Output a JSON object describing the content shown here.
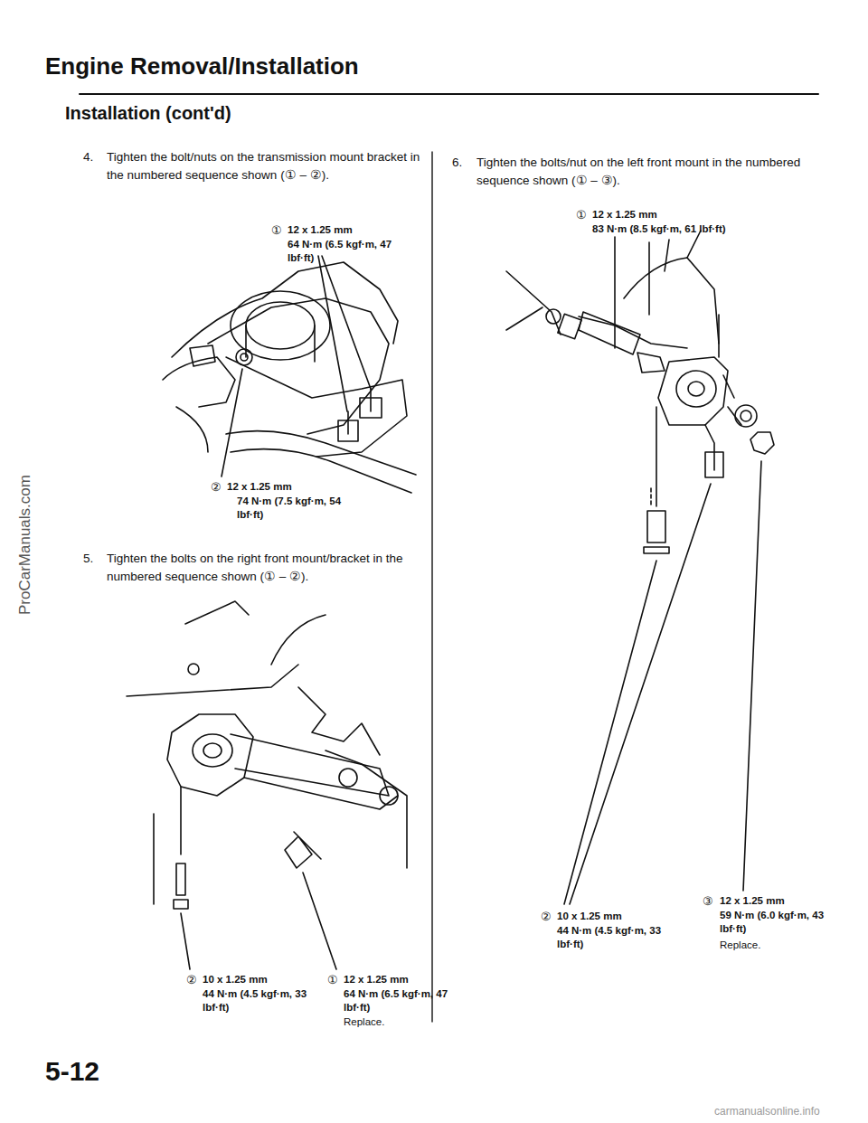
{
  "diagram": {
    "title": "Engine Removal/Installation",
    "labels": [
      "Installation (cont'd)",
      "4.",
      "Tighten the bolt/nuts on the transmission mount bracket in the numbered sequence shown (① – ②).",
      "①",
      "12 x 1.25 mm",
      "64 N·m (6.5 kgf·m, 47 lbf·ft)",
      "②",
      "12 x 1.25 mm",
      "74 N·m (7.5 kgf·m, 54 lbf·ft)",
      "5.",
      "Tighten the bolts on the right front mount/bracket in the numbered sequence shown (① – ②).",
      "②",
      "10 x 1.25 mm",
      "44 N·m (4.5 kgf·m, 33 lbf·ft)",
      "①",
      "12 x 1.25 mm",
      "64 N·m (6.5 kgf·m, 47 lbf·ft)",
      "Replace.",
      "6.",
      "Tighten the bolts/nut on the left front mount in the numbered sequence shown (① – ③).",
      "①",
      "12 x 1.25 mm",
      "83 N·m (8.5 kgf·m, 61 lbf·ft)",
      "②",
      "10 x 1.25 mm",
      "44 N·m (4.5 kgf·m, 33 lbf·ft)",
      "③",
      "12 x 1.25 mm",
      "59 N·m (6.0 kgf·m, 43 lbf·ft)",
      "Replace.",
      "5-12",
      "ProCarManuals.com",
      "carmanualsonline.info"
    ]
  }
}
